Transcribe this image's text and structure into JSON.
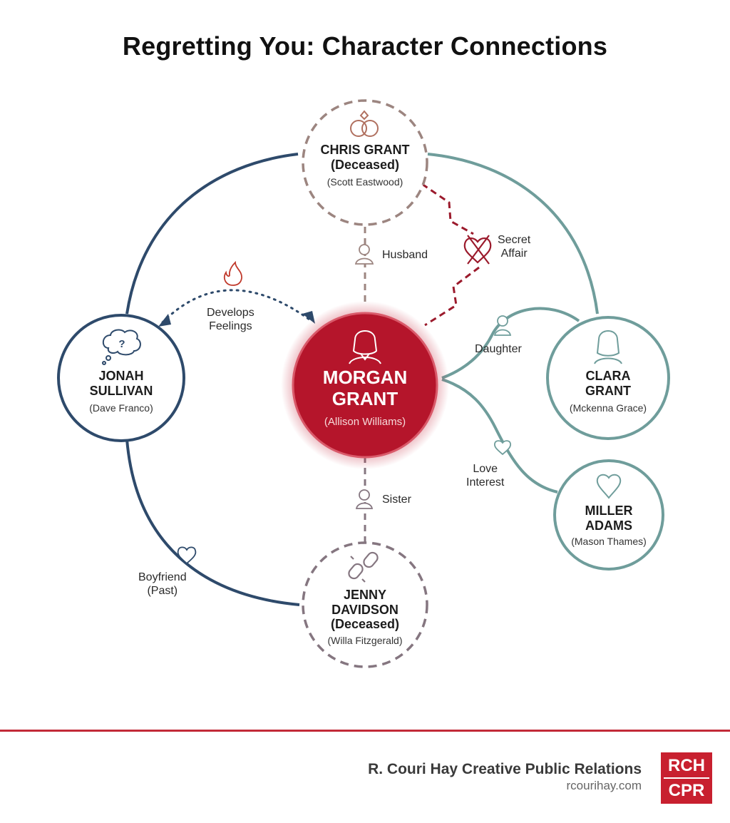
{
  "title": "Regretting You: Character Connections",
  "colors": {
    "morgan": "#b5152b",
    "jonah": "#2e4a6b",
    "clara": "#6f9d9b",
    "chris_dashed": "#9c8580",
    "jenny_dashed": "#857680",
    "affair": "#9b1a2c",
    "footer_rule": "#c22a38"
  },
  "nodes": {
    "chris": {
      "name_line1": "CHRIS GRANT",
      "name_line2": "(Deceased)",
      "actor": "(Scott Eastwood)",
      "icon": "wedding-rings-icon"
    },
    "morgan": {
      "name_line1": "MORGAN",
      "name_line2": "GRANT",
      "actor": "(Allison Williams)",
      "icon": "woman-icon"
    },
    "jonah": {
      "name_line1": "JONAH",
      "name_line2": "SULLIVAN",
      "actor": "(Dave Franco)",
      "icon": "thought-bubble-question-icon"
    },
    "clara": {
      "name_line1": "CLARA",
      "name_line2": "GRANT",
      "actor": "(Mckenna Grace)",
      "icon": "girl-icon"
    },
    "miller": {
      "name_line1": "MILLER",
      "name_line2": "ADAMS",
      "actor": "(Mason Thames)",
      "icon": "heart-icon"
    },
    "jenny": {
      "name_line1": "JENNY",
      "name_line2": "DAVIDSON",
      "name_line3": "(Deceased)",
      "actor": "(Willa Fitzgerald)",
      "icon": "broken-chain-icon"
    }
  },
  "relations": {
    "husband": "Husband",
    "secret_affair_1": "Secret",
    "secret_affair_2": "Affair",
    "develops_feelings_1": "Develops",
    "develops_feelings_2": "Feelings",
    "daughter": "Daughter",
    "love_interest_1": "Love",
    "love_interest_2": "Interest",
    "sister": "Sister",
    "boyfriend_1": "Boyfriend",
    "boyfriend_2": "(Past)"
  },
  "footer": {
    "company": "R. Couri Hay Creative Public Relations",
    "url": "rcourihay.com",
    "logo_top": "RCH",
    "logo_bottom": "CPR"
  }
}
